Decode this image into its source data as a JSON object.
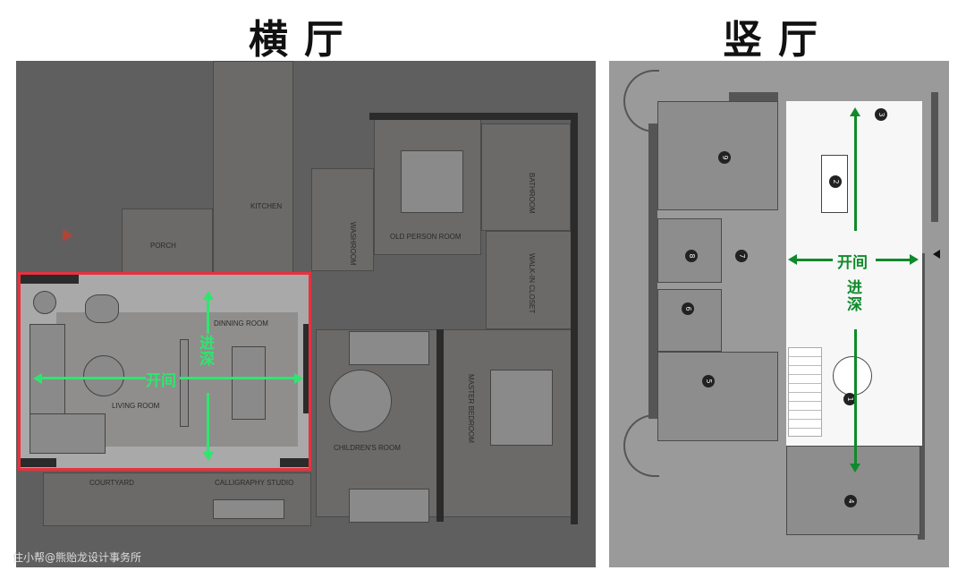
{
  "titles": {
    "left": "横厅",
    "right": "竖厅"
  },
  "left_plan": {
    "rooms": [
      "KITCHEN",
      "PORCH",
      "WASHROOM",
      "OLD PERSON ROOM",
      "BATHROOM",
      "WALK-IN CLOSET",
      "DINNING ROOM",
      "LIVING ROOM",
      "CHILDREN'S ROOM",
      "MASTER BEDROOM",
      "COURTYARD",
      "CALLIGRAPHY STUDIO"
    ],
    "width_label": "开间",
    "depth_label": "进深",
    "highlight_color": "#e8313e",
    "arrow_color": "#2ee66f"
  },
  "right_plan": {
    "room_numbers": [
      "1",
      "2",
      "3",
      "4",
      "5",
      "6",
      "7",
      "8",
      "9"
    ],
    "width_label": "开间",
    "depth_label": "进深",
    "arrow_color": "#0f8a2b"
  },
  "watermark": "住小帮@熊贻龙设计事务所"
}
